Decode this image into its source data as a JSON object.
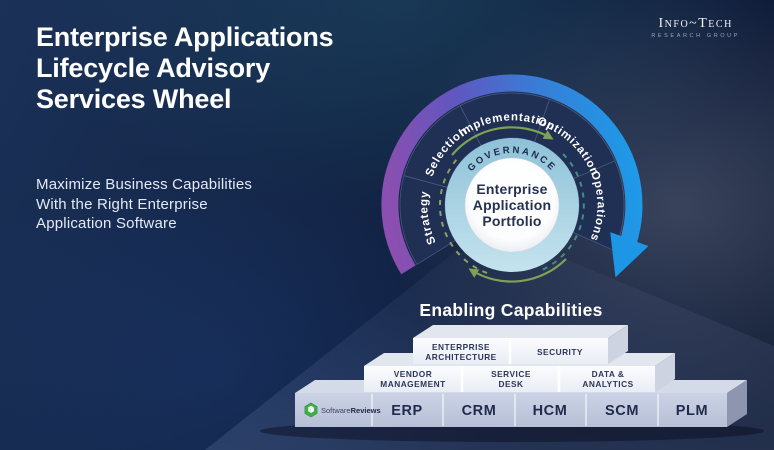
{
  "brand": {
    "name": "Info~Tech",
    "subname": "RESEARCH GROUP"
  },
  "header": {
    "title_lines": [
      "Enterprise Applications",
      "Lifecycle Advisory",
      "Services Wheel"
    ],
    "subtitle_lines": [
      "Maximize Business Capabilities",
      "With the Right Enterprise",
      "Application Software"
    ]
  },
  "wheel": {
    "ring_label": "GOVERNANCE",
    "center_lines": [
      "Enterprise",
      "Application",
      "Portfolio"
    ],
    "segments": [
      "Strategy",
      "Selection",
      "Implementation",
      "Optimization",
      "Operations"
    ]
  },
  "capabilities": {
    "heading": "Enabling Capabilities",
    "tier_top": [
      {
        "lines": [
          "ENTERPRISE",
          "ARCHITECTURE"
        ]
      },
      {
        "lines": [
          "SECURITY"
        ]
      }
    ],
    "tier_mid": [
      {
        "lines": [
          "VENDOR",
          "MANAGEMENT"
        ]
      },
      {
        "lines": [
          "SERVICE",
          "DESK"
        ]
      },
      {
        "lines": [
          "DATA &",
          "ANALYTICS"
        ]
      }
    ],
    "platforms": [
      "ERP",
      "CRM",
      "HCM",
      "SCM",
      "PLM"
    ],
    "vendor": {
      "name_regular": "Software",
      "name_bold": "Reviews"
    }
  },
  "palette": {
    "background_navy": "#0d1a38",
    "arc_purple": "#8a4fb0",
    "arc_blue": "#1e9ae8",
    "governance_ring": "#a9cede",
    "wedge_navy": "#202f54",
    "arrow_olive": "#7fa153",
    "dash_teal": "#41907f",
    "block_white": "#f4f6fa",
    "platform_row": "#c3cade",
    "text_navy": "#223055",
    "vendor_green": "#3fae49"
  }
}
